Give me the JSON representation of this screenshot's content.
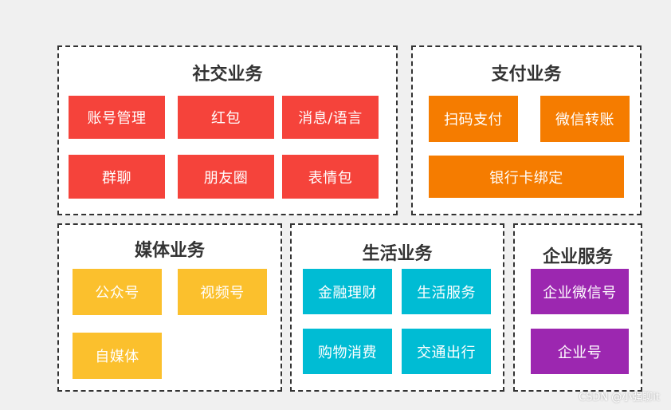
{
  "colors": {
    "social": "#f5433b",
    "payment": "#f57c00",
    "media": "#fbc02d",
    "life": "#00bcd4",
    "enterprise": "#9c27b0"
  },
  "social": {
    "title": "社交业务",
    "items": [
      "账号管理",
      "红包",
      "消息/语言",
      "群聊",
      "朋友圈",
      "表情包"
    ]
  },
  "payment": {
    "title": "支付业务",
    "items": [
      "扫码支付",
      "微信转账",
      "银行卡绑定"
    ]
  },
  "media": {
    "title": "媒体业务",
    "items": [
      "公众号",
      "视频号",
      "自媒体"
    ]
  },
  "life": {
    "title": "生活业务",
    "items": [
      "金融理财",
      "生活服务",
      "购物消费",
      "交通出行"
    ]
  },
  "enterprise": {
    "title": "企业服务",
    "items": [
      "企业微信号",
      "企业号"
    ]
  },
  "watermark": "CSDN @小强聊it"
}
